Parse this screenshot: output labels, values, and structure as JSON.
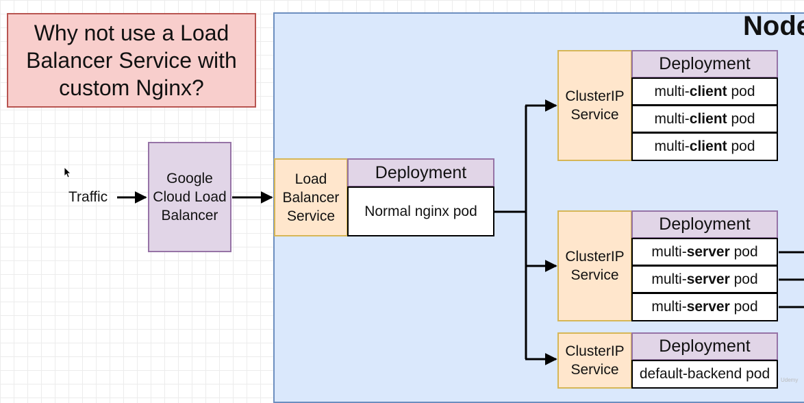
{
  "question": "Why not use a Load Balancer Service with custom Nginx?",
  "node": {
    "title": "Node"
  },
  "traffic": {
    "label": "Traffic"
  },
  "google_lb": {
    "label": "Google Cloud Load Balancer"
  },
  "lb_service": {
    "label": "Load Balancer Service",
    "deployment_label": "Deployment",
    "pod_label": "Normal nginx pod"
  },
  "groups": [
    {
      "service": "ClusterIP Service",
      "deployment_label": "Deployment",
      "pods": [
        {
          "prefix": "multi-",
          "name": "client",
          "suffix": " pod"
        },
        {
          "prefix": "multi-",
          "name": "client",
          "suffix": " pod"
        },
        {
          "prefix": "multi-",
          "name": "client",
          "suffix": " pod"
        }
      ]
    },
    {
      "service": "ClusterIP Service",
      "deployment_label": "Deployment",
      "pods": [
        {
          "prefix": "multi-",
          "name": "server",
          "suffix": " pod"
        },
        {
          "prefix": "multi-",
          "name": "server",
          "suffix": " pod"
        },
        {
          "prefix": "multi-",
          "name": "server",
          "suffix": " pod"
        }
      ]
    },
    {
      "service": "ClusterIP Service",
      "deployment_label": "Deployment",
      "pods": [
        {
          "prefix": "default-backend pod",
          "name": "",
          "suffix": ""
        }
      ]
    }
  ],
  "watermark": "Udemy"
}
